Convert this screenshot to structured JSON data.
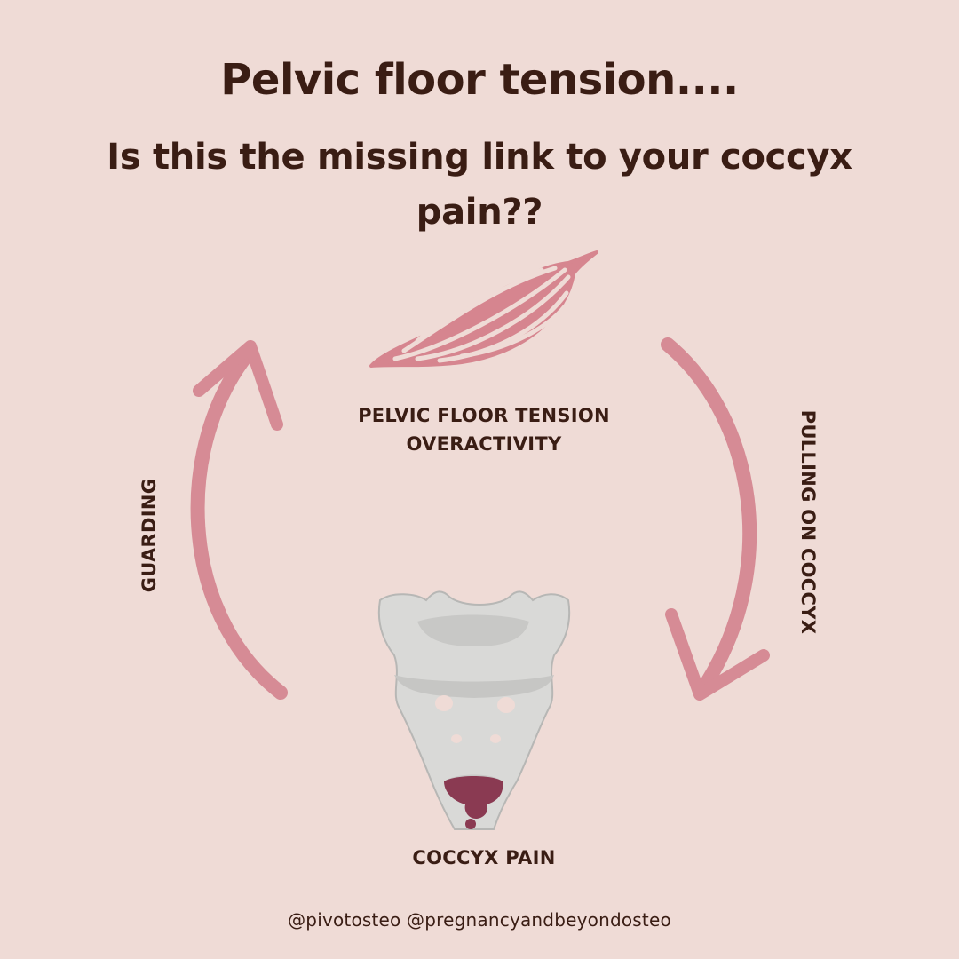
{
  "header": {
    "title": "Pelvic floor tension....",
    "subtitle": "Is this the missing link to your coccyx pain??"
  },
  "cycle": {
    "top_label_line1": "PELVIC FLOOR TENSION",
    "top_label_line2": "OVERACTIVITY",
    "right_label": "PULLING ON COCCYX",
    "bottom_label": "COCCYX PAIN",
    "left_label": "GUARDING"
  },
  "footer": {
    "credits": "@pivotosteo @pregnancyandbeyondosteo"
  },
  "colors": {
    "background": "#efdbd6",
    "text": "#3a1d14",
    "arrow": "#d68b95",
    "muscle": "#d6858f",
    "bone": "#d9d9d7",
    "coccyx": "#8a3a52"
  },
  "icons": {
    "muscle": "muscle-icon",
    "sacrum": "sacrum-bone-icon"
  }
}
